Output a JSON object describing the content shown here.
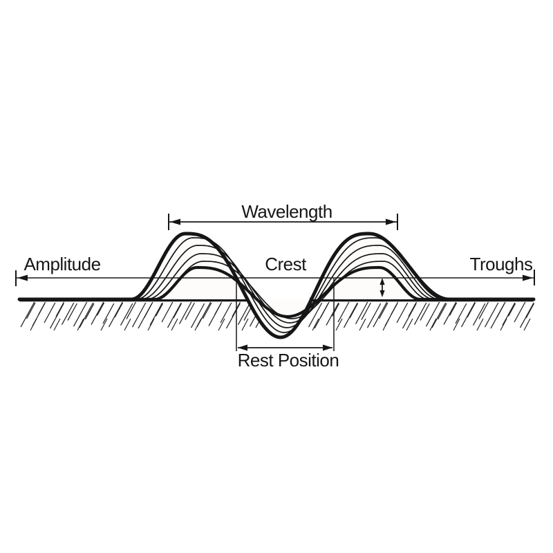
{
  "diagram": {
    "labels": {
      "wavelength": "Wavelength",
      "amplitude": "Amplitude",
      "crest": "Crest",
      "troughs": "Troughs",
      "rest_position": "Rest Position"
    },
    "colors": {
      "ink": "#161616",
      "hatch": "#242424",
      "background": "#fdfcfa"
    }
  }
}
